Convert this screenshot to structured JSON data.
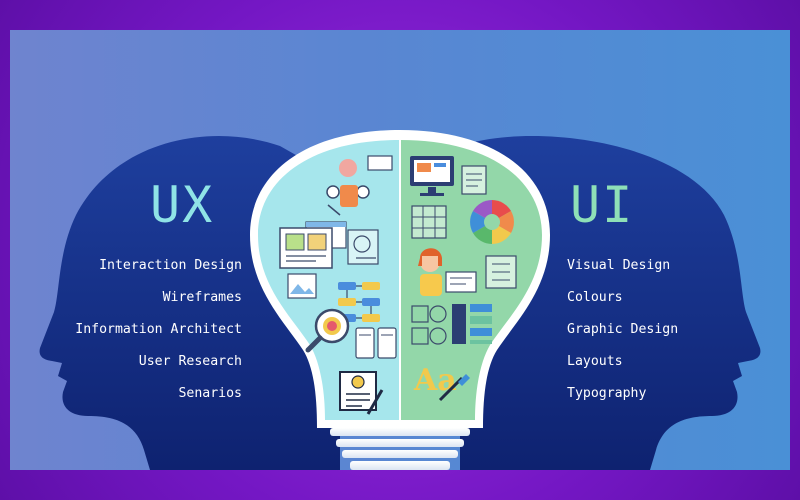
{
  "ux": {
    "title": "UX",
    "items": [
      "Interaction Design",
      "Wireframes",
      "Information Architect",
      "User Research",
      "Senarios"
    ]
  },
  "ui": {
    "title": "UI",
    "items": [
      "Visual Design",
      "Colours",
      "Graphic Design",
      "Layouts",
      "Typography"
    ]
  },
  "bulb": {
    "left_icons": [
      "design-team-icon",
      "wireframe-icon",
      "sitemap-flow-icon",
      "magnifier-research-icon",
      "scenario-document-icon"
    ],
    "right_icons": [
      "desktop-monitor-icon",
      "color-wheel-icon",
      "designer-person-icon",
      "layout-grid-icon",
      "typography-aa-icon"
    ],
    "glyph": "Aa"
  },
  "colors": {
    "frame": "#7a18c8",
    "panel": "#5a86d2",
    "heads": "#16308a",
    "ux_title": "#8fe3e6",
    "ui_title": "#8ee0b7",
    "bulb_left": "#a6e6ec",
    "bulb_right": "#93d7a9"
  }
}
